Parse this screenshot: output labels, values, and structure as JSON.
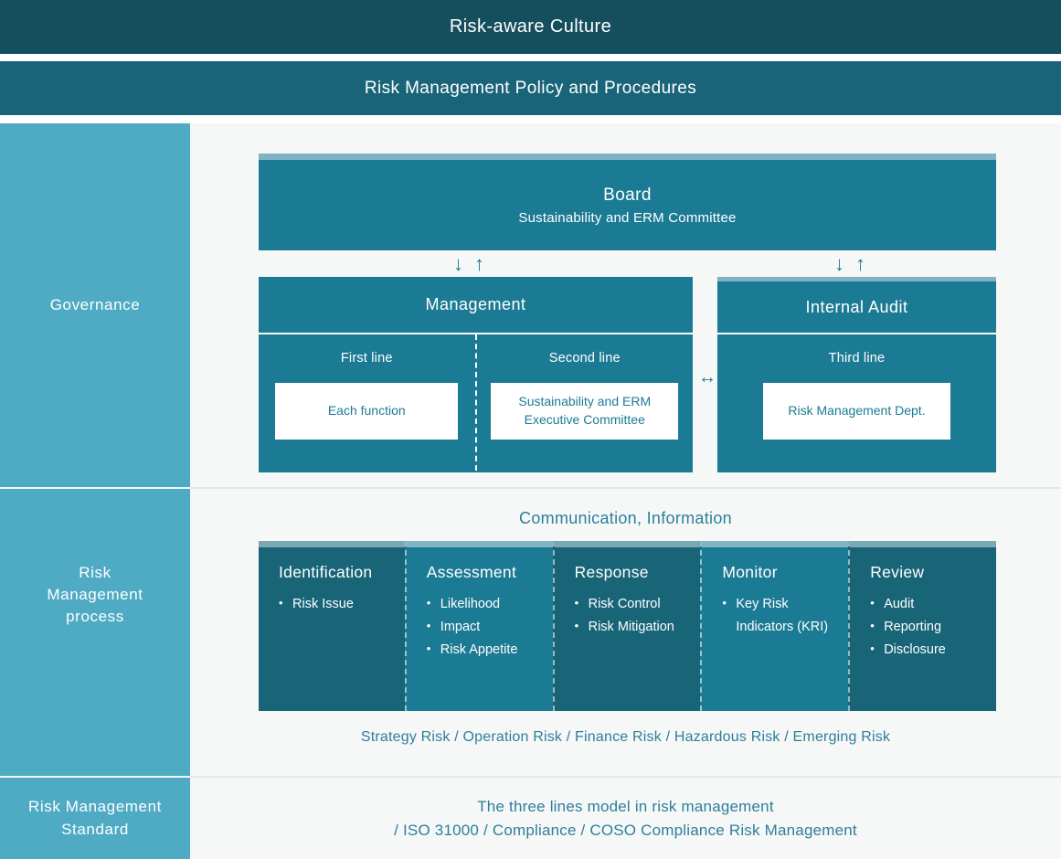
{
  "banners": {
    "culture": "Risk-aware Culture",
    "policy": "Risk Management Policy and Procedures"
  },
  "rows": {
    "governance": {
      "sidebar_label": "Governance"
    },
    "process": {
      "sidebar_label": "Risk\nManagement\nprocess"
    },
    "standard": {
      "sidebar_label": "Risk Management\nStandard"
    }
  },
  "governance": {
    "board": {
      "title": "Board",
      "subtitle": "Sustainability and ERM Committee"
    },
    "arrows": {
      "down": "↓",
      "up": "↑",
      "bidirectional": "↔"
    },
    "management": {
      "title": "Management",
      "columns": [
        {
          "label": "First line",
          "card": "Each function"
        },
        {
          "label": "Second line",
          "card": "Sustainability and ERM\nExecutive Committee"
        }
      ]
    },
    "internal_audit": {
      "title": "Internal Audit",
      "columns": [
        {
          "label": "Third line",
          "card": "Risk Management Dept."
        }
      ]
    }
  },
  "process": {
    "communication_title": "Communication, Information",
    "columns": [
      {
        "title": "Identification",
        "items": [
          "Risk Issue"
        ],
        "shade": "dark"
      },
      {
        "title": "Assessment",
        "items": [
          "Likelihood",
          "Impact",
          "Risk Appetite"
        ],
        "shade": "light"
      },
      {
        "title": "Response",
        "items": [
          "Risk Control",
          "Risk Mitigation"
        ],
        "shade": "dark"
      },
      {
        "title": "Monitor",
        "items": [
          "Key Risk Indicators (KRI)"
        ],
        "shade": "light"
      },
      {
        "title": "Review",
        "items": [
          "Audit",
          "Reporting",
          "Disclosure"
        ],
        "shade": "dark"
      }
    ],
    "risk_types": "Strategy Risk / Operation Risk / Finance Risk / Hazardous Risk / Emerging Risk"
  },
  "standard": {
    "line1": "The three lines model in risk management",
    "line2": "/ ISO 31000 / Compliance / COSO Compliance Risk Management"
  },
  "colors": {
    "banner_dark": "#154e5c",
    "banner_mid": "#196478",
    "sidebar": "#4fabc4",
    "box_teal": "#1c7b94",
    "box_teal_dark": "#186578",
    "accent_strip": "#7fb3c3",
    "text_teal": "#2d7f9d",
    "content_bg": "#f6f7f7"
  }
}
